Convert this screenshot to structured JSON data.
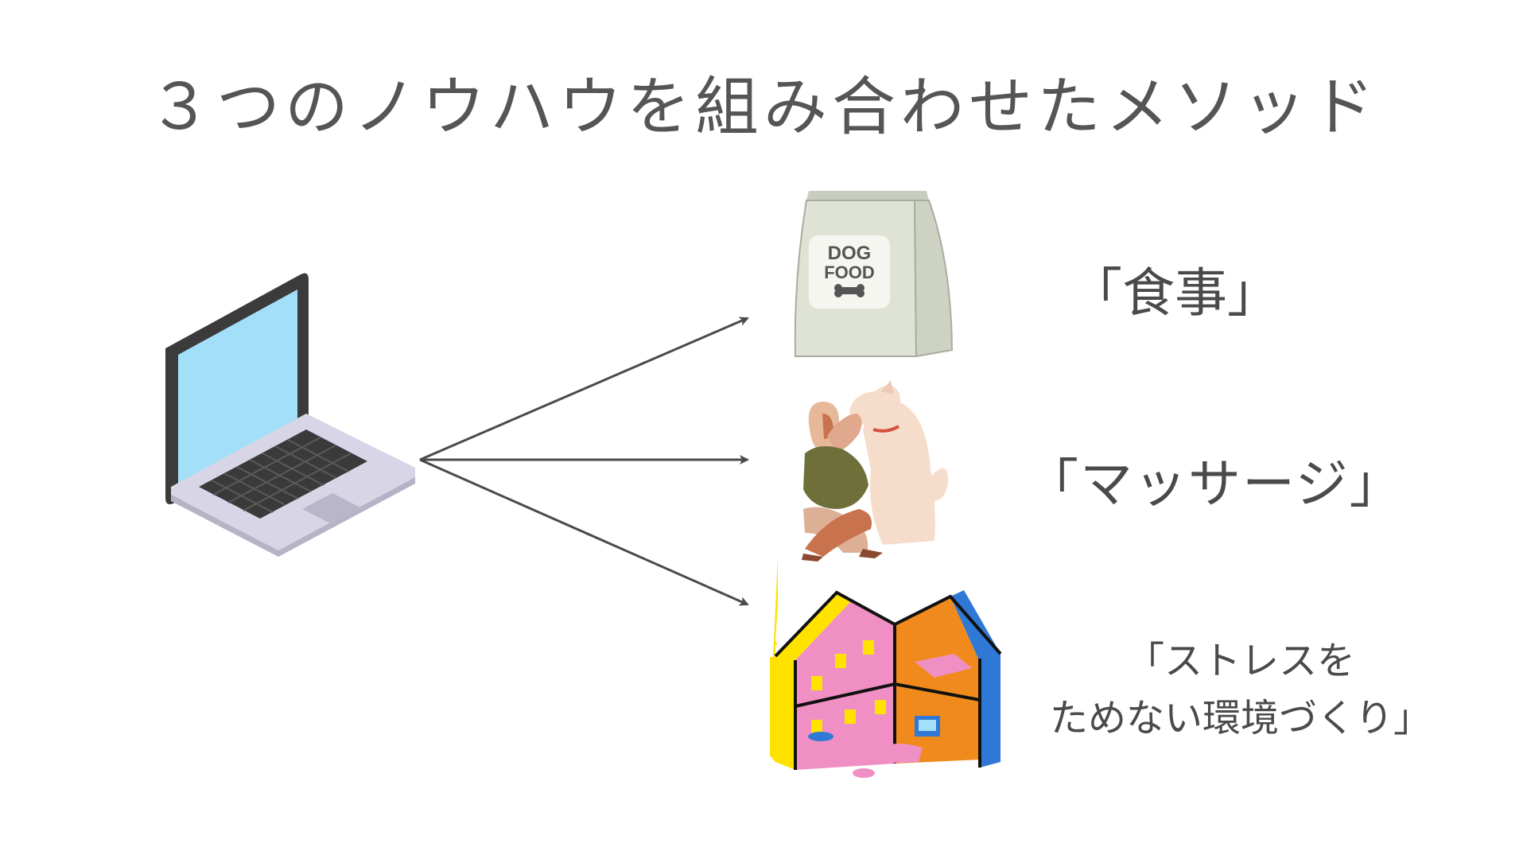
{
  "title": "３つのノウハウを組み合わせたメソッド",
  "items": [
    {
      "label": "「食事」",
      "icon": "dog-food-bag-icon",
      "bag_text_line1": "DOG",
      "bag_text_line2": "FOOD"
    },
    {
      "label": "「マッサージ」",
      "icon": "person-hugging-dog-icon"
    },
    {
      "label_line1": "「ストレスを",
      "label_line2": "ためない環境づくり」",
      "icon": "house-cutaway-icon"
    }
  ],
  "source_icon": "laptop-icon",
  "colors": {
    "text": "#4a4a4a",
    "arrow": "#4a4a4a",
    "laptop_screen": "#a3dff8",
    "laptop_body": "#d8d6e6",
    "laptop_bezel": "#3b3b3b",
    "bag": "#dfe3d6",
    "house_pink": "#f08fc4",
    "house_orange": "#f08a1c",
    "house_yellow": "#ffe200",
    "house_blue": "#2f78d6"
  }
}
